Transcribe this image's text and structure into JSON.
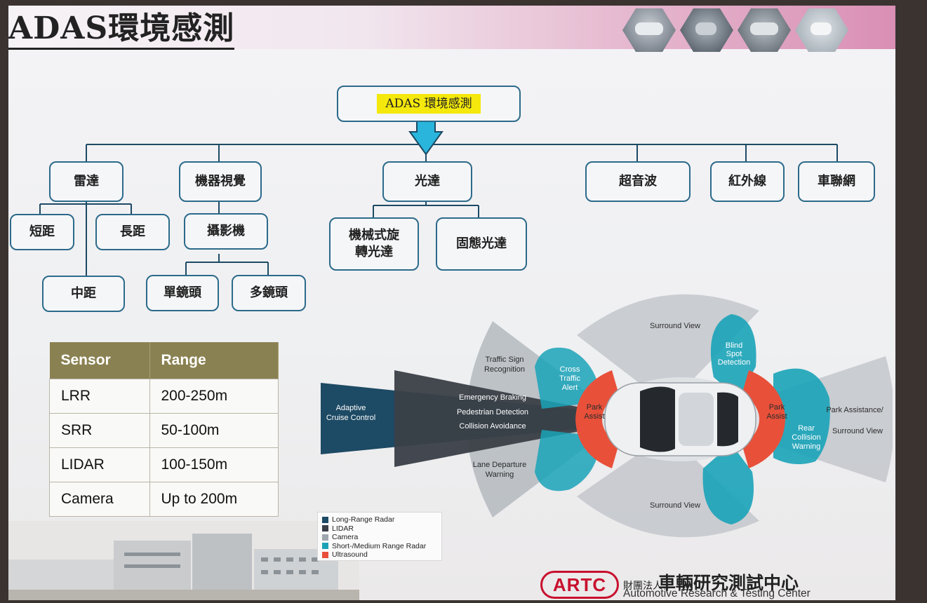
{
  "title": "ADAS環境感測",
  "tree": {
    "root": "ADAS 環境感測",
    "nodes": {
      "radar": "雷達",
      "machine_vision": "機器視覺",
      "lidar": "光達",
      "ultrasonic": "超音波",
      "infrared": "紅外線",
      "iov": "車聯網",
      "short_range": "短距",
      "long_range": "長距",
      "mid_range": "中距",
      "camera": "攝影機",
      "mono_lens": "單鏡頭",
      "multi_lens": "多鏡頭",
      "mech_lidar": "機械式旋轉光達",
      "mech_lidar_line1": "機械式旋",
      "mech_lidar_line2": "轉光達",
      "solid_lidar": "固態光達"
    }
  },
  "sensor_table": {
    "headers": [
      "Sensor",
      "Range"
    ],
    "rows": [
      [
        "LRR",
        "200-250m"
      ],
      [
        "SRR",
        "50-100m"
      ],
      [
        "LIDAR",
        "100-150m"
      ],
      [
        "Camera",
        "Up to 200m"
      ]
    ],
    "header_color": "#8a8152"
  },
  "coverage": {
    "labels": {
      "acc_1": "Adaptive",
      "acc_2": "Cruise Control",
      "tsr_1": "Traffic Sign",
      "tsr_2": "Recognition",
      "cta_1": "Cross",
      "cta_2": "Traffic",
      "cta_3": "Alert",
      "emergency": "Emergency Braking",
      "pedestrian": "Pedestrian Detection",
      "collision": "Collision Avoidance",
      "ldw_1": "Lane Departure",
      "ldw_2": "Warning",
      "surround_top": "Surround View",
      "surround_bottom": "Surround View",
      "bsd_1": "Blind",
      "bsd_2": "Spot",
      "bsd_3": "Detection",
      "park_front_1": "Park",
      "park_front_2": "Assist",
      "park_rear_1": "Park",
      "park_rear_2": "Assist",
      "rcw_1": "Rear",
      "rcw_2": "Collision",
      "rcw_3": "Warning",
      "pa_sv_1": "Park Assistance/",
      "pa_sv_2": "Surround View"
    },
    "legend": [
      {
        "label": "Long-Range Radar",
        "color": "#1d4a64"
      },
      {
        "label": "LIDAR",
        "color": "#3a3f47"
      },
      {
        "label": "Camera",
        "color": "#9fa6ad"
      },
      {
        "label": "Short-/Medium Range Radar",
        "color": "#1aa3b8"
      },
      {
        "label": "Ultrasound",
        "color": "#e8503a"
      }
    ],
    "colors": {
      "lrr": "#1d4a64",
      "lidar": "#3a3f47",
      "camera": "#9fa6ad",
      "srr": "#1aa3b8",
      "ultrasound": "#e8503a"
    }
  },
  "footer": {
    "logo": "ARTC",
    "org_prefix": "財團法人",
    "org_name_zh": "車輛研究測試中心",
    "org_name_en": "Automotive Research & Testing Center"
  }
}
